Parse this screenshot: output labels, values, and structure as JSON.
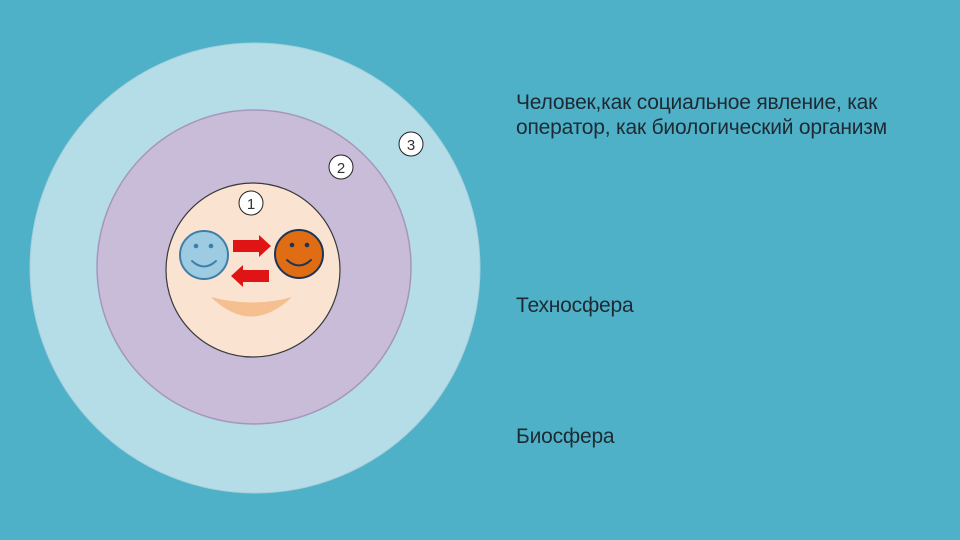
{
  "diagram": {
    "labels": {
      "level_1": "1",
      "level_2": "2",
      "level_3": "3"
    },
    "descriptions": [
      "Человек,как социальное явление, как оператор, как биологический организм",
      "Техносфера",
      "Биосфера"
    ],
    "colors": {
      "background": "#4eb1c8",
      "biosphere": "#b5dde8",
      "technosphere": "#c8bcd9",
      "human": "#fbe3d2",
      "smiley_blue": "#9ccbe2",
      "smiley_orange": "#e06c14",
      "arrow": "#e01414",
      "smile_band": "#f5bf8f"
    },
    "icons": [
      "smiley-blue-icon",
      "smiley-orange-icon",
      "arrow-right-icon",
      "arrow-left-icon"
    ]
  }
}
